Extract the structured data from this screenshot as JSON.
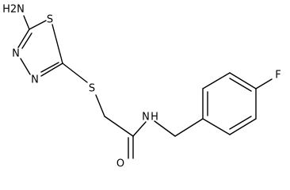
{
  "molecule": {
    "atom_labels": {
      "amine_nh2": "H2N",
      "thiadiazole_s": "S",
      "thiadiazole_n1": "N",
      "thiadiazole_n2": "N",
      "thioether_s": "S",
      "amide_n": "N",
      "amide_h": "H",
      "carbonyl_o": "O",
      "fluoro_f": "F"
    },
    "colors": {
      "bond": "#000000",
      "label": "#000000",
      "background": "#ffffff"
    }
  }
}
